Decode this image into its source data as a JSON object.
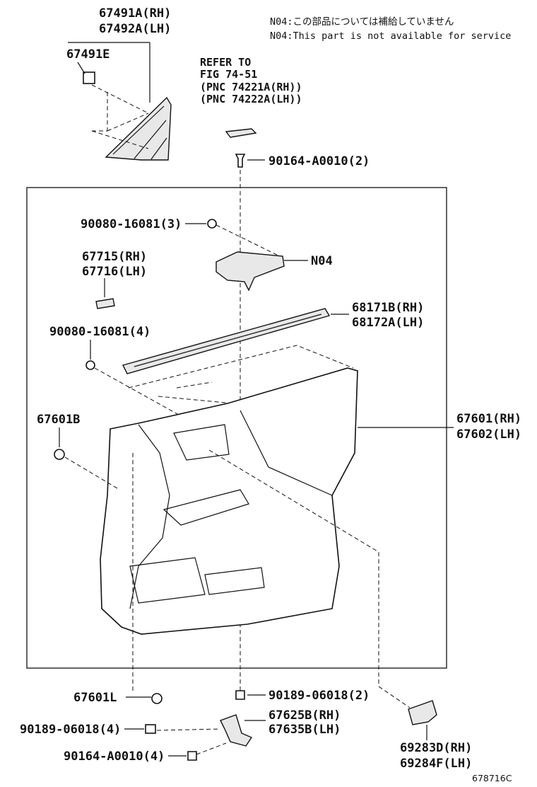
{
  "notes": {
    "jp": "N04:この部品については補給していません",
    "en": "N04:This part is not available for service"
  },
  "refer": {
    "line1": "REFER TO",
    "line2": "FIG 74-51",
    "line3": "(PNC 74221A(RH))",
    "line4": "(PNC 74222A(LH))"
  },
  "labels": {
    "p67491A": "67491A(RH)",
    "p67492A": "67492A(LH)",
    "p67491E": "67491E",
    "p90164top": "90164-A0010(2)",
    "p90080_3": "90080-16081(3)",
    "p67715": "67715(RH)",
    "p67716": "67716(LH)",
    "n04": "N04",
    "p68171B": "68171B(RH)",
    "p68172A": "68172A(LH)",
    "p90080_4": "90080-16081(4)",
    "p67601B": "67601B",
    "p67601": "67601(RH)",
    "p67602": "67602(LH)",
    "p67601L": "67601L",
    "p90189_2": "90189-06018(2)",
    "p67625B": "67625B(RH)",
    "p67635B": "67635B(LH)",
    "p90189_4": "90189-06018(4)",
    "p90164_4": "90164-A0010(4)",
    "p69283D": "69283D(RH)",
    "p69284F": "69284F(LH)"
  },
  "catalog_id": "678716C"
}
